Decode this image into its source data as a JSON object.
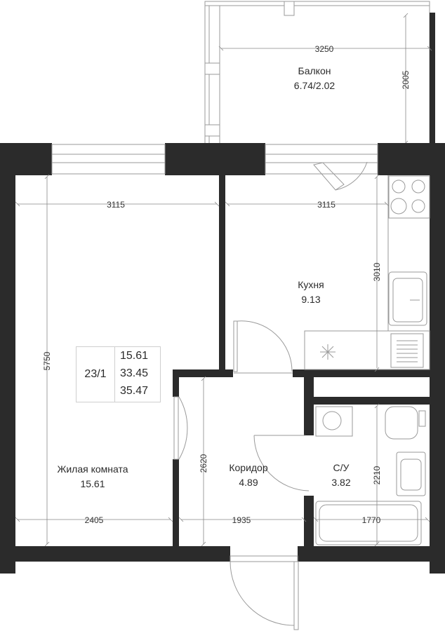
{
  "rooms": {
    "balcony": {
      "name": "Балкон",
      "area": "6.74/2.02"
    },
    "kitchen": {
      "name": "Кухня",
      "area": "9.13"
    },
    "living": {
      "name": "Жилая комната",
      "area": "15.61"
    },
    "corridor": {
      "name": "Коридор",
      "area": "4.89"
    },
    "bathroom": {
      "name": "С/У",
      "area": "3.82"
    }
  },
  "apartment": {
    "number": "23/1",
    "living_area": "15.61",
    "total_area": "33.45",
    "total_with_balcony": "35.47"
  },
  "dimensions": {
    "balcony_width": "3250",
    "balcony_depth": "2005",
    "living_width": "3115",
    "kitchen_width": "3115",
    "kitchen_depth": "3010",
    "living_depth": "5750",
    "corridor_depth": "2620",
    "bath_depth": "2210",
    "bottom_left": "2405",
    "bottom_mid": "1935",
    "bottom_right": "1770"
  }
}
